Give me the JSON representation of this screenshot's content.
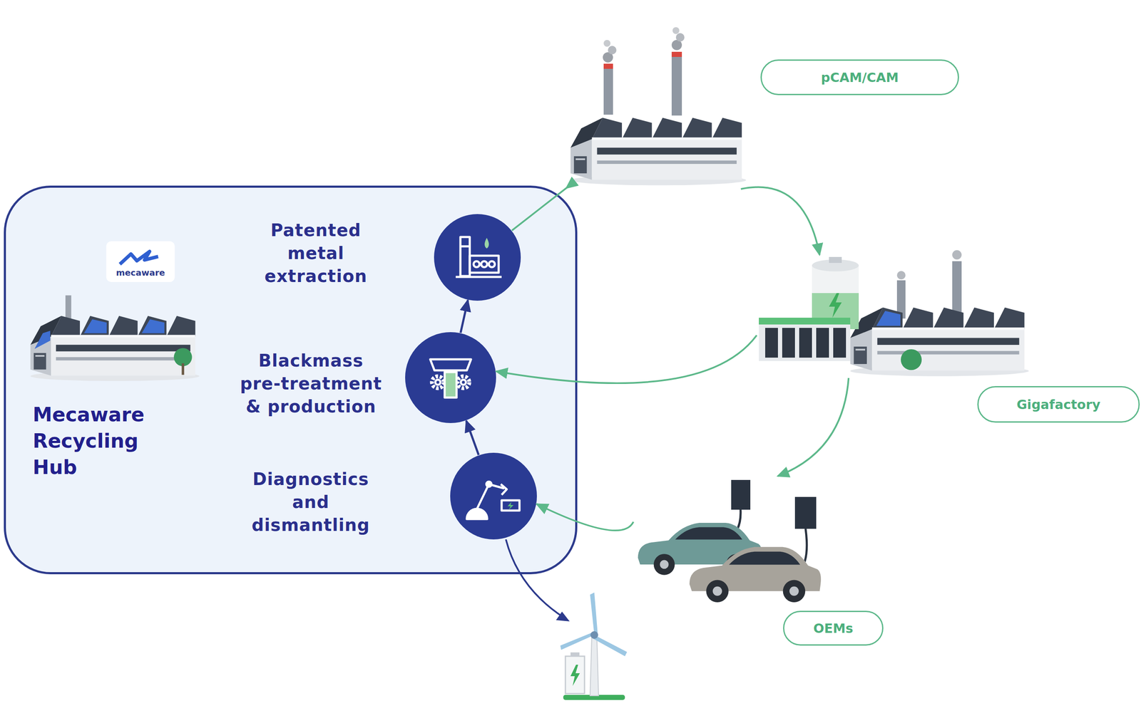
{
  "diagram": {
    "nodes": [
      {
        "text": [
          "Mecaware Recycling Hub"
        ]
      },
      {
        "text": [
          "Patented metal extraction"
        ],
        "in": 0
      },
      {
        "text": [
          "Blackmass pre-treatment & production"
        ],
        "in": 0
      },
      {
        "text": [
          "Diagnostics and dismantling"
        ],
        "in": 0
      },
      {
        "text": [
          "pCAM/CAM"
        ]
      },
      {
        "text": [
          "Gigafactory"
        ]
      },
      {
        "text": [
          "OEMs"
        ]
      }
    ],
    "edges": [
      {
        "from": 3,
        "to": 2,
        "arrow": "to"
      },
      {
        "from": 2,
        "to": 1,
        "arrow": "to"
      },
      {
        "from": 1,
        "to": 4,
        "arrow": "to"
      },
      {
        "from": 4,
        "to": 5,
        "arrow": "to"
      },
      {
        "from": 5,
        "to": 2,
        "arrow": "to"
      },
      {
        "from": 5,
        "to": 6,
        "arrow": "to"
      },
      {
        "from": 6,
        "to": 3,
        "arrow": "to"
      }
    ],
    "labels": [
      "mecaware"
    ]
  }
}
